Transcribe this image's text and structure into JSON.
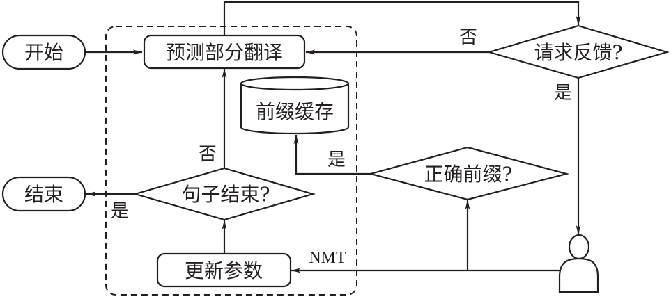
{
  "nodes": {
    "start": {
      "label": "开始",
      "shape": "terminal"
    },
    "predict": {
      "label": "预测部分翻译",
      "shape": "process"
    },
    "request_feedback": {
      "label": "请求反馈?",
      "shape": "decision"
    },
    "prefix_cache": {
      "label": "前缀缓存",
      "shape": "database"
    },
    "correct_prefix": {
      "label": "正确前缀?",
      "shape": "decision"
    },
    "sentence_end": {
      "label": "句子结束?",
      "shape": "decision"
    },
    "end": {
      "label": "结束",
      "shape": "terminal"
    },
    "update_params": {
      "label": "更新参数",
      "shape": "process"
    },
    "user": {
      "label": "",
      "shape": "person",
      "icon": "user-icon"
    }
  },
  "edges": {
    "request_no": "否",
    "request_yes": "是",
    "correct_yes": "是",
    "sentence_no": "否",
    "sentence_yes": "是",
    "nmt": "NMT"
  },
  "edge_list": [
    {
      "from": "start",
      "to": "predict",
      "label": ""
    },
    {
      "from": "predict",
      "to": "request_feedback",
      "label": ""
    },
    {
      "from": "request_feedback",
      "to": "predict",
      "label": "否"
    },
    {
      "from": "request_feedback",
      "to": "user",
      "label": "是"
    },
    {
      "from": "user",
      "to": "correct_prefix",
      "label": ""
    },
    {
      "from": "user",
      "to": "update_params",
      "label": "NMT"
    },
    {
      "from": "correct_prefix",
      "to": "prefix_cache",
      "label": "是"
    },
    {
      "from": "update_params",
      "to": "sentence_end",
      "label": ""
    },
    {
      "from": "sentence_end",
      "to": "predict",
      "label": "否"
    },
    {
      "from": "sentence_end",
      "to": "end",
      "label": "是"
    }
  ],
  "colors": {
    "stroke": "#231f20",
    "background": "#ffffff"
  }
}
